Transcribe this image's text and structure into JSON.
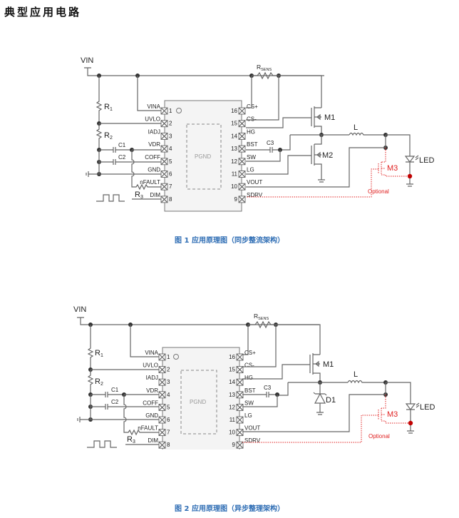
{
  "section_title": "典型应用电路",
  "figures": [
    {
      "caption": "图 1 应用原理图（同步整流架构）",
      "labels": {
        "vin": "VIN",
        "r1": "R",
        "r1_sub": "1",
        "r2": "R",
        "r2_sub": "2",
        "r3": "R",
        "r3_sub": "3",
        "c1": "C1",
        "c2": "C2",
        "c3": "C3",
        "rsens": "R",
        "rsens_sub": "SENS",
        "m1": "M1",
        "m2": "M2",
        "m3": "M3",
        "l": "L",
        "led": "LED",
        "optional": "Optional",
        "pgnd": "PGND"
      },
      "left_pins": [
        {
          "num": "1",
          "name": "VINA"
        },
        {
          "num": "2",
          "name": "UVLO"
        },
        {
          "num": "3",
          "name": "IADJ"
        },
        {
          "num": "4",
          "name": "VDR"
        },
        {
          "num": "5",
          "name": "COFF"
        },
        {
          "num": "6",
          "name": "GND"
        },
        {
          "num": "7",
          "name": "nFAULT"
        },
        {
          "num": "8",
          "name": "DIM"
        }
      ],
      "right_pins": [
        {
          "num": "16",
          "name": "CS+"
        },
        {
          "num": "15",
          "name": "CS-"
        },
        {
          "num": "14",
          "name": "HG"
        },
        {
          "num": "13",
          "name": "BST"
        },
        {
          "num": "12",
          "name": "SW"
        },
        {
          "num": "11",
          "name": "LG"
        },
        {
          "num": "10",
          "name": "VOUT"
        },
        {
          "num": "9",
          "name": "SDRV"
        }
      ]
    },
    {
      "caption": "图 2 应用原理图（异步整理架构）",
      "labels": {
        "vin": "VIN",
        "r1": "R",
        "r1_sub": "1",
        "r2": "R",
        "r2_sub": "2",
        "r3": "R",
        "r3_sub": "3",
        "c1": "C1",
        "c2": "C2",
        "c3": "C3",
        "rsens": "R",
        "rsens_sub": "SENS",
        "m1": "M1",
        "d1": "D1",
        "m3": "M3",
        "l": "L",
        "led": "LED",
        "optional": "Optional",
        "pgnd": "PGND"
      },
      "left_pins": [
        {
          "num": "1",
          "name": "VINA"
        },
        {
          "num": "2",
          "name": "UVLO"
        },
        {
          "num": "3",
          "name": "IADJ"
        },
        {
          "num": "4",
          "name": "VDR"
        },
        {
          "num": "5",
          "name": "COFF"
        },
        {
          "num": "6",
          "name": "GND"
        },
        {
          "num": "7",
          "name": "nFAULT"
        },
        {
          "num": "8",
          "name": "DIM"
        }
      ],
      "right_pins": [
        {
          "num": "16",
          "name": "CS+"
        },
        {
          "num": "15",
          "name": "CS-"
        },
        {
          "num": "14",
          "name": "HG"
        },
        {
          "num": "13",
          "name": "BST"
        },
        {
          "num": "12",
          "name": "SW"
        },
        {
          "num": "11",
          "name": "LG"
        },
        {
          "num": "10",
          "name": "VOUT"
        },
        {
          "num": "9",
          "name": "SDRV"
        }
      ]
    }
  ]
}
